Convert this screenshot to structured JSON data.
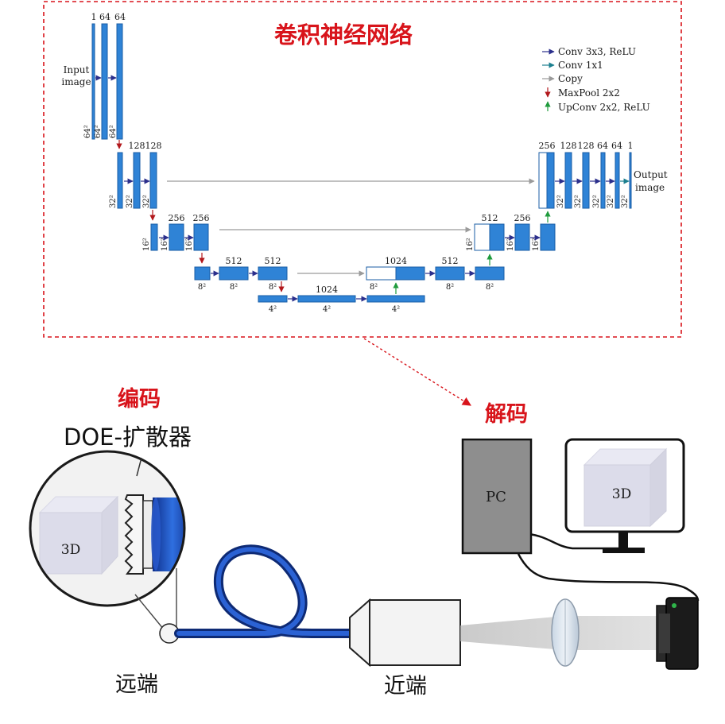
{
  "unet": {
    "title": "卷积神经网络",
    "input_label": [
      "Input",
      "image"
    ],
    "output_label": [
      "Output",
      "image"
    ],
    "legend": [
      {
        "text": "Conv 3x3, ReLU",
        "color": "#2b2f8c"
      },
      {
        "text": "Conv 1x1",
        "color": "#1c7f8f"
      },
      {
        "text": "Copy",
        "color": "#9a9a9a"
      },
      {
        "text": "MaxPool 2x2",
        "color": "#b2181c"
      },
      {
        "text": "UpConv 2x2, ReLU",
        "color": "#1f9b3c"
      }
    ],
    "channels": {
      "l1": [
        "1",
        "64",
        "64"
      ],
      "l2": [
        "128",
        "128"
      ],
      "l3": [
        "256",
        "256"
      ],
      "l4": [
        "512",
        "512"
      ],
      "l5": [
        "1024"
      ],
      "u4": [
        "1024",
        "512"
      ],
      "u3": [
        "512",
        "256"
      ],
      "u2": [
        "256",
        "128",
        "128",
        "64",
        "64",
        "1"
      ]
    },
    "sizes": {
      "s64": "64²",
      "s32": "32²",
      "s16": "16²",
      "s8": "8²",
      "s4": "4²"
    }
  },
  "labels": {
    "encode": "编码",
    "decode": "解码",
    "doe": "DOE-扩散器",
    "far_end": "远端",
    "near_end": "近端",
    "pc": "PC",
    "obj_3d_left": "3D",
    "obj_3d_right": "3D"
  },
  "colors": {
    "accent_red": "#d8141b",
    "fiber_blue": "#1e4fb0",
    "bar_blue": "#2f83d6"
  }
}
